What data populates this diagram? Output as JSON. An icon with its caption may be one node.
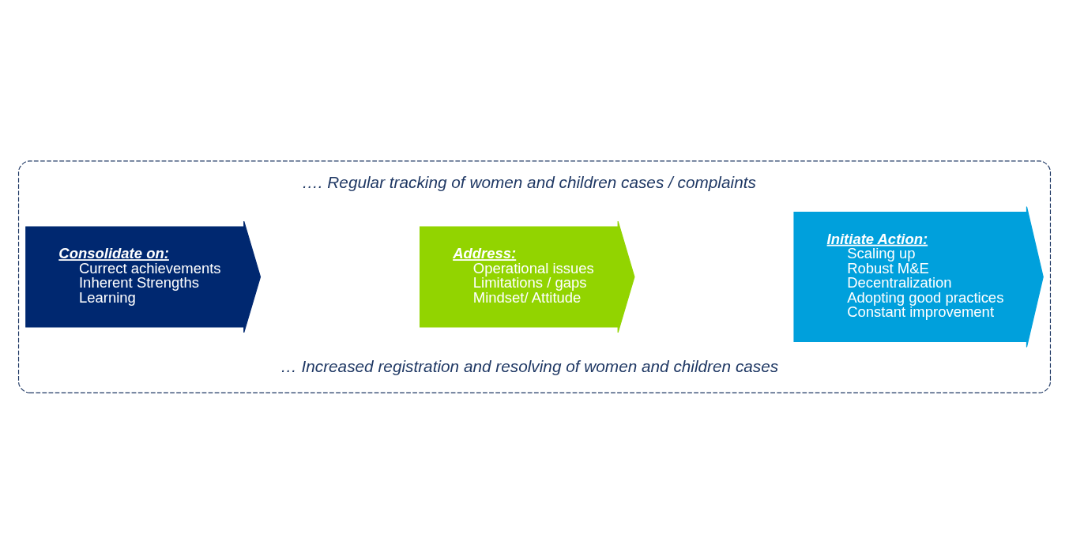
{
  "diagram": {
    "nodes": [
      {
        "text": [],
        "shape": "box"
      },
      {
        "text": [
          "Consolidate on:",
          "Currect achievements",
          "Inherent Strengths",
          "Learning"
        ],
        "in": 0
      },
      {
        "text": [
          "Address:",
          "Operational issues",
          "Limitations / gaps",
          "Mindset/ Attitude"
        ],
        "in": 0
      },
      {
        "text": [
          "Initiate Action:",
          "Scaling up",
          "Robust M&E",
          "Decentralization",
          "Adopting good practices",
          "Constant improvement"
        ],
        "in": 0
      }
    ],
    "labels": [
      "…. Regular tracking of women and children cases / complaints",
      "… Increased registration and resolving of women and children cases"
    ]
  }
}
